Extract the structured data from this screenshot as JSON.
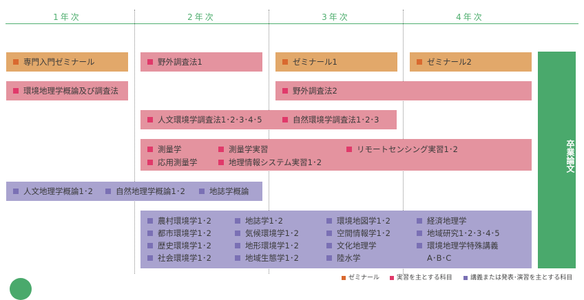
{
  "years": [
    "1年次",
    "2年次",
    "3年次",
    "4年次"
  ],
  "colors": {
    "orange": "#e2a86a",
    "pink": "#e4939f",
    "purple": "#a9a3cf",
    "green": "#4aa96c",
    "marker_orange": "#d9692f",
    "marker_pink": "#e0396a",
    "marker_purple": "#7a70b4"
  },
  "courses": {
    "seminar_intro": "専門入門ゼミナール",
    "field_survey1": "野外調査法1",
    "seminar1": "ゼミナール1",
    "seminar2": "ゼミナール2",
    "env_geo_intro": "環境地理学概論及び調査法",
    "field_survey2": "野外調査法2",
    "human_env_survey": "人文環境学調査法1･2･3･4･5",
    "natural_env_survey": "自然環境学調査法1･2･3",
    "surveying": "測量学",
    "surveying_practice": "測量学実習",
    "remote_sensing": "リモートセンシング実習1･2",
    "applied_surveying": "応用測量学",
    "gis_practice": "地理情報システム実習1･2",
    "human_geo_intro": "人文地理学概論1･2",
    "physical_geo_intro": "自然地理学概論1･2",
    "regional_geo_intro": "地誌学概論",
    "lectures": [
      [
        "農村環境学1･2",
        "都市環境学1･2",
        "歴史環境学1･2",
        "社会環境学1･2"
      ],
      [
        "地誌学1･2",
        "気候環境学1･2",
        "地形環境学1･2",
        "地域生態学1･2"
      ],
      [
        "環境地図学1･2",
        "空間情報学1･2",
        "文化地理学",
        "陸水学"
      ],
      [
        "経済地理学",
        "地域研究1･2･3･4･5",
        "環境地理学特殊講義",
        "A･B･C"
      ]
    ]
  },
  "thesis": "卒業論文",
  "legend": {
    "seminar": "ゼミナール",
    "practice": "実習を主とする科目",
    "lecture": "講義または発表･演習を主とする科目"
  }
}
